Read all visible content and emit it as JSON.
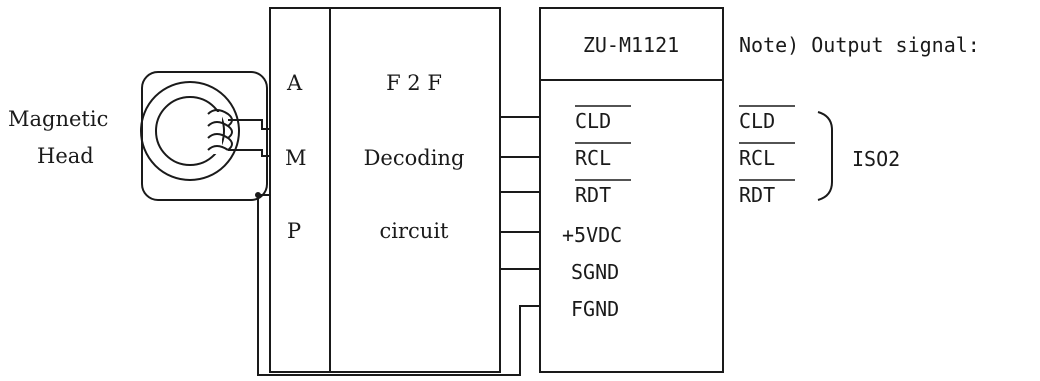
{
  "head_label": {
    "line1": "Magnetic",
    "line2": "Head"
  },
  "amp": {
    "a": "A",
    "m": "M",
    "p": "P"
  },
  "decoder": {
    "line1": "F 2 F",
    "line2": "Decoding",
    "line3": "circuit"
  },
  "module": {
    "name": "ZU-M1121",
    "pins": [
      "CLD",
      "RCL",
      "RDT",
      "+5VDC",
      "SGND",
      "FGND"
    ],
    "overlined_pins": [
      "CLD",
      "RCL",
      "RDT"
    ]
  },
  "note": {
    "title": "Note) Output signal:",
    "signals": [
      "CLD",
      "RCL",
      "RDT"
    ],
    "standard": "ISO2"
  }
}
